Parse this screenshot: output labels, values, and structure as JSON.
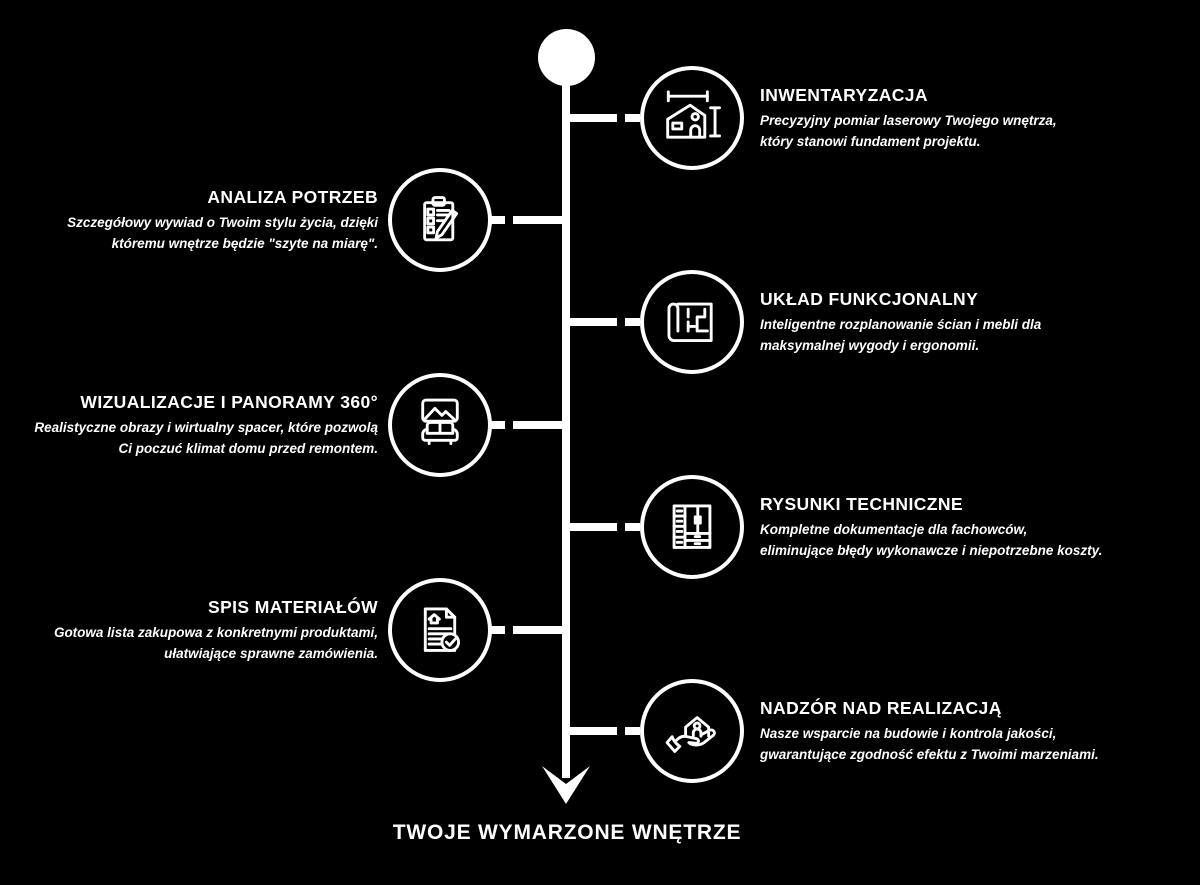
{
  "colors": {
    "background": "#000000",
    "foreground": "#ffffff"
  },
  "timeline": {
    "end_label": "TWOJE WYMARZONE WNĘTRZE",
    "steps": [
      {
        "side": "right",
        "title": "INWENTARYZACJA",
        "description": "Precyzyjny pomiar laserowy Twojego wnętrza,\nktóry stanowi fundament projektu.",
        "icon": "laser-measure-house-icon"
      },
      {
        "side": "left",
        "title": "ANALIZA POTRZEB",
        "description": "Szczegółowy wywiad o Twoim stylu życia, dzięki\nktóremu wnętrze będzie \"szyte na miarę\".",
        "icon": "clipboard-checklist-icon"
      },
      {
        "side": "right",
        "title": "UKŁAD FUNKCJONALNY",
        "description": "Inteligentne rozplanowanie ścian i mebli dla\nmaksymalnej wygody i ergonomii.",
        "icon": "floor-plan-icon"
      },
      {
        "side": "left",
        "title": "WIZUALIZACJE I PANORAMY 360°",
        "description": "Realistyczne obrazy i wirtualny spacer, które pozwolą\nCi poczuć klimat domu przed remontem.",
        "icon": "picture-and-sofa-icon"
      },
      {
        "side": "right",
        "title": "RYSUNKI TECHNICZNE",
        "description": "Kompletne dokumentacje dla fachowców,\neliminujące błędy wykonawcze i niepotrzebne koszty.",
        "icon": "wardrobe-icon"
      },
      {
        "side": "left",
        "title": "SPIS MATERIAŁÓW",
        "description": "Gotowa lista zakupowa z konkretnymi produktami,\nułatwiające sprawne zamówienia.",
        "icon": "document-checkmark-icon"
      },
      {
        "side": "right",
        "title": "NADZÓR NAD REALIZACJĄ",
        "description": "Nasze wsparcie na budowie i kontrola jakości,\ngwarantujące zgodność efektu z Twoimi marzeniami.",
        "icon": "hand-holding-house-icon"
      }
    ]
  }
}
